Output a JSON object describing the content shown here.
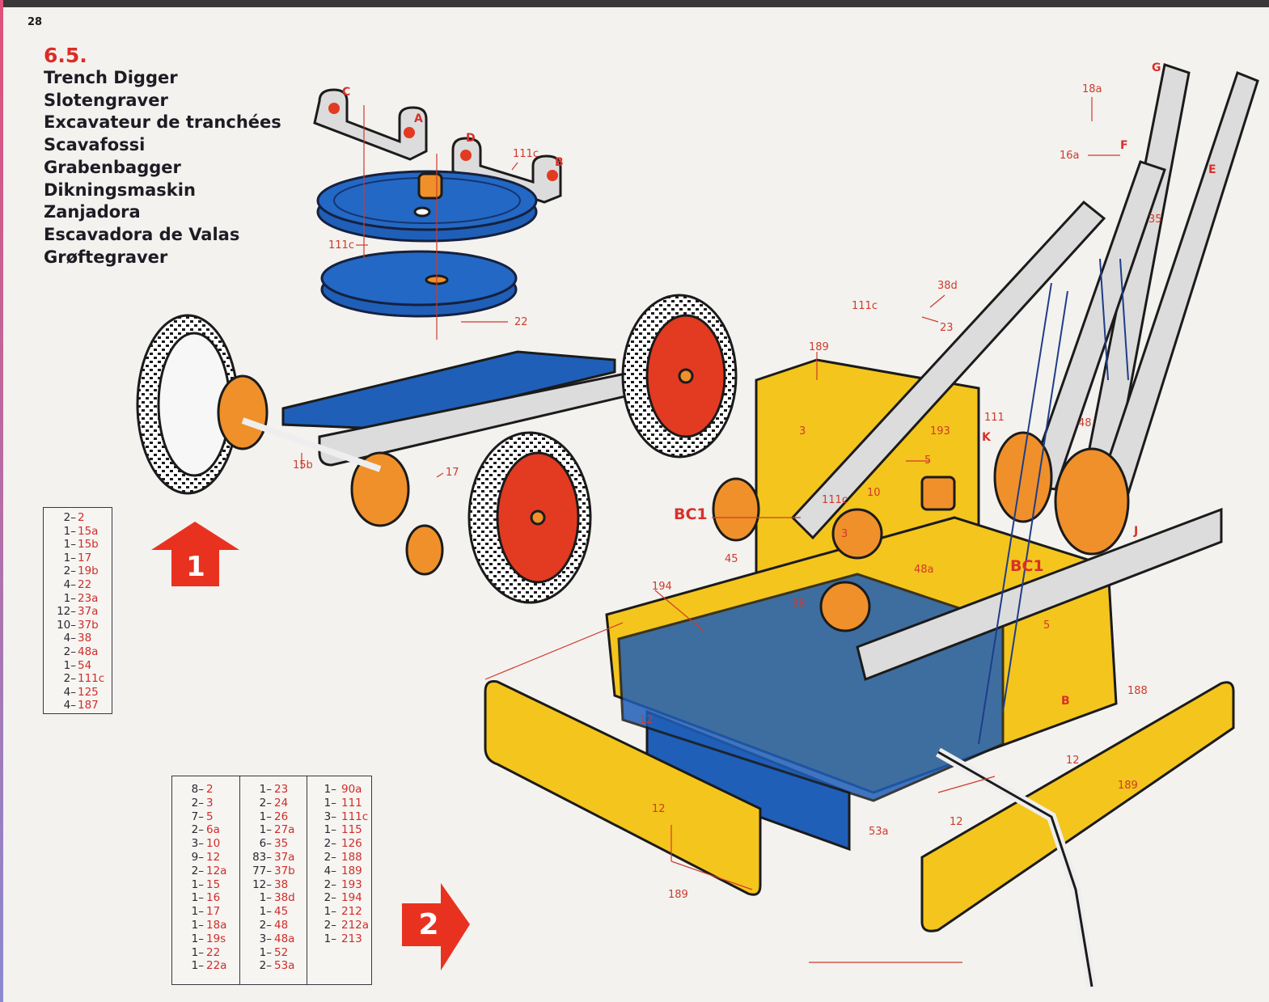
{
  "page": {
    "number": "28",
    "model_number": "6.5.",
    "model_names": [
      "Trench Digger",
      "Slotengraver",
      "Excavateur de tranchées",
      "Scavafossi",
      "Grabenbagger",
      "Dikningsmaskin",
      "Zanjadora",
      "Escavadora de Valas",
      "Grøftegraver"
    ]
  },
  "stage1": {
    "step_label": "1",
    "step_arrow_direction": "up",
    "parts_list": [
      {
        "qty": "2–",
        "part": "2"
      },
      {
        "qty": "1–",
        "part": "15a"
      },
      {
        "qty": "1–",
        "part": "15b"
      },
      {
        "qty": "1–",
        "part": "17"
      },
      {
        "qty": "2–",
        "part": "19b"
      },
      {
        "qty": "4–",
        "part": "22"
      },
      {
        "qty": "1–",
        "part": "23a"
      },
      {
        "qty": "12–",
        "part": "37a"
      },
      {
        "qty": "10–",
        "part": "37b"
      },
      {
        "qty": "4–",
        "part": "38"
      },
      {
        "qty": "2–",
        "part": "48a"
      },
      {
        "qty": "1–",
        "part": "54"
      },
      {
        "qty": "2–",
        "part": "111c"
      },
      {
        "qty": "4–",
        "part": "125"
      },
      {
        "qty": "4–",
        "part": "187"
      }
    ],
    "callouts": {
      "c": "C",
      "a": "A",
      "d": "D",
      "b": "B",
      "p111c_top": "111c",
      "p111c_mid": "111c",
      "p22": "22",
      "p15b": "15b",
      "p17": "17"
    }
  },
  "stage2": {
    "step_label": "2",
    "step_arrow_direction": "right",
    "parts_list_columns": [
      [
        {
          "qty": "8–",
          "part": "2"
        },
        {
          "qty": "2–",
          "part": "3"
        },
        {
          "qty": "7–",
          "part": "5"
        },
        {
          "qty": "2–",
          "part": "6a"
        },
        {
          "qty": "3–",
          "part": "10"
        },
        {
          "qty": "9–",
          "part": "12"
        },
        {
          "qty": "2–",
          "part": "12a"
        },
        {
          "qty": "1–",
          "part": "15"
        },
        {
          "qty": "1–",
          "part": "16"
        },
        {
          "qty": "1–",
          "part": "17"
        },
        {
          "qty": "1–",
          "part": "18a"
        },
        {
          "qty": "1–",
          "part": "19s"
        },
        {
          "qty": "1–",
          "part": "22"
        },
        {
          "qty": "1–",
          "part": "22a"
        }
      ],
      [
        {
          "qty": "1–",
          "part": "23"
        },
        {
          "qty": "2–",
          "part": "24"
        },
        {
          "qty": "1–",
          "part": "26"
        },
        {
          "qty": "1–",
          "part": "27a"
        },
        {
          "qty": "6–",
          "part": "35"
        },
        {
          "qty": "83–",
          "part": "37a"
        },
        {
          "qty": "77–",
          "part": "37b"
        },
        {
          "qty": "12–",
          "part": "38"
        },
        {
          "qty": "1–",
          "part": "38d"
        },
        {
          "qty": "1–",
          "part": "45"
        },
        {
          "qty": "2–",
          "part": "48"
        },
        {
          "qty": "3–",
          "part": "48a"
        },
        {
          "qty": "1–",
          "part": "52"
        },
        {
          "qty": "2–",
          "part": "53a"
        }
      ],
      [
        {
          "qty": "1–",
          "part": "90a"
        },
        {
          "qty": "1–",
          "part": "111"
        },
        {
          "qty": "3–",
          "part": "111c"
        },
        {
          "qty": "1–",
          "part": "115"
        },
        {
          "qty": "2–",
          "part": "126"
        },
        {
          "qty": "2–",
          "part": "188"
        },
        {
          "qty": "4–",
          "part": "189"
        },
        {
          "qty": "2–",
          "part": "193"
        },
        {
          "qty": "2–",
          "part": "194"
        },
        {
          "qty": "1–",
          "part": "212"
        },
        {
          "qty": "2–",
          "part": "212a"
        },
        {
          "qty": "1–",
          "part": "213"
        }
      ]
    ],
    "callouts": {
      "p18a": "18a",
      "p16a": "16a",
      "g": "G",
      "f": "F",
      "e": "E",
      "p35": "35",
      "p38d": "38d",
      "p111c": "111c",
      "p23": "23",
      "p189_top": "189",
      "p3a": "3",
      "p193": "193",
      "p111": "111",
      "k": "K",
      "p48": "48",
      "p5a": "5",
      "p10": "10",
      "bc1_left": "BC1",
      "p111c_b": "111c",
      "p3b": "3",
      "p48a": "48a",
      "bc1_right": "BC1",
      "j": "J",
      "p45": "45",
      "p194": "194",
      "p38": "38",
      "p5b": "5",
      "p12a": "12",
      "p188": "188",
      "b": "B",
      "p12b": "12",
      "p189_right": "189",
      "p12c": "12",
      "p53a": "53a",
      "p12d": "12",
      "p189_bottom": "189"
    }
  },
  "colors": {
    "accent_red": "#d8302a",
    "part_blue": "#1f5fb8",
    "part_yellow": "#f4c51c",
    "part_orange": "#f0902a",
    "wheel_red": "#e33a22",
    "metal_silver": "#d9d8d8"
  }
}
